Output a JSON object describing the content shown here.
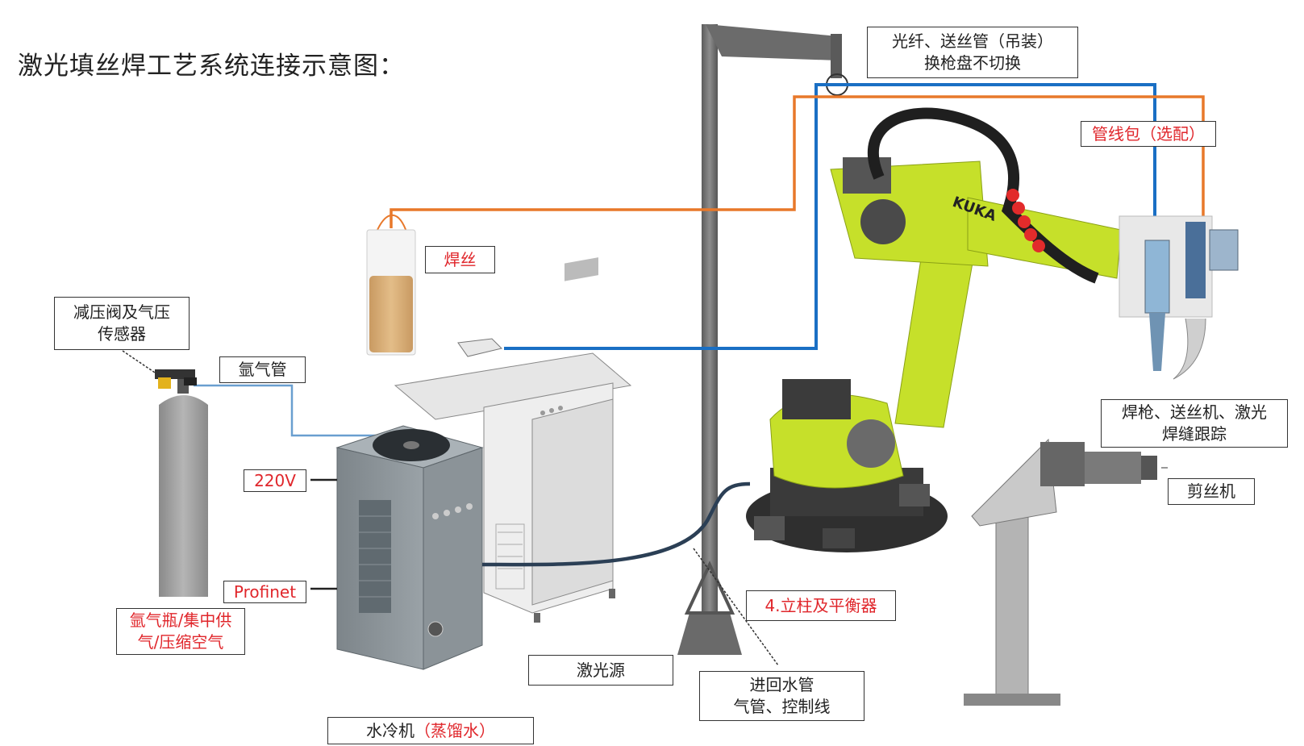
{
  "title": "激光填丝焊工艺系统连接示意图：",
  "labels": {
    "fiber_line1": "光纤、送丝管（吊装）",
    "fiber_line2": "换枪盘不切换",
    "cable_pack_main": "管线包",
    "cable_pack_note": "（选配）",
    "wire": "焊丝",
    "valve_line1": "减压阀及气压",
    "valve_line2": "传感器",
    "argon_pipe": "氩气管",
    "v220": "220V",
    "profinet": "Profinet",
    "cylinder_line1": "氩气瓶/集中供",
    "cylinder_line2": "气/压缩空气",
    "torch_line1": "焊枪、送丝机、激光",
    "torch_line2": "焊缝跟踪",
    "cutter": "剪丝机",
    "column": "4.立柱及平衡器",
    "laser_source": "激光源",
    "water_line1": "进回水管",
    "water_line2": "气管、控制线",
    "chiller_main": "水冷机",
    "chiller_note": "（蒸馏水）",
    "robot_brand": "KUKA"
  },
  "colors": {
    "fiber_blue": "#1a6fc4",
    "wire_orange": "#e8782a",
    "robot_yellow": "#c6e02a",
    "label_red": "#e0262b",
    "cylinder_gray": "#9a9a9a"
  }
}
